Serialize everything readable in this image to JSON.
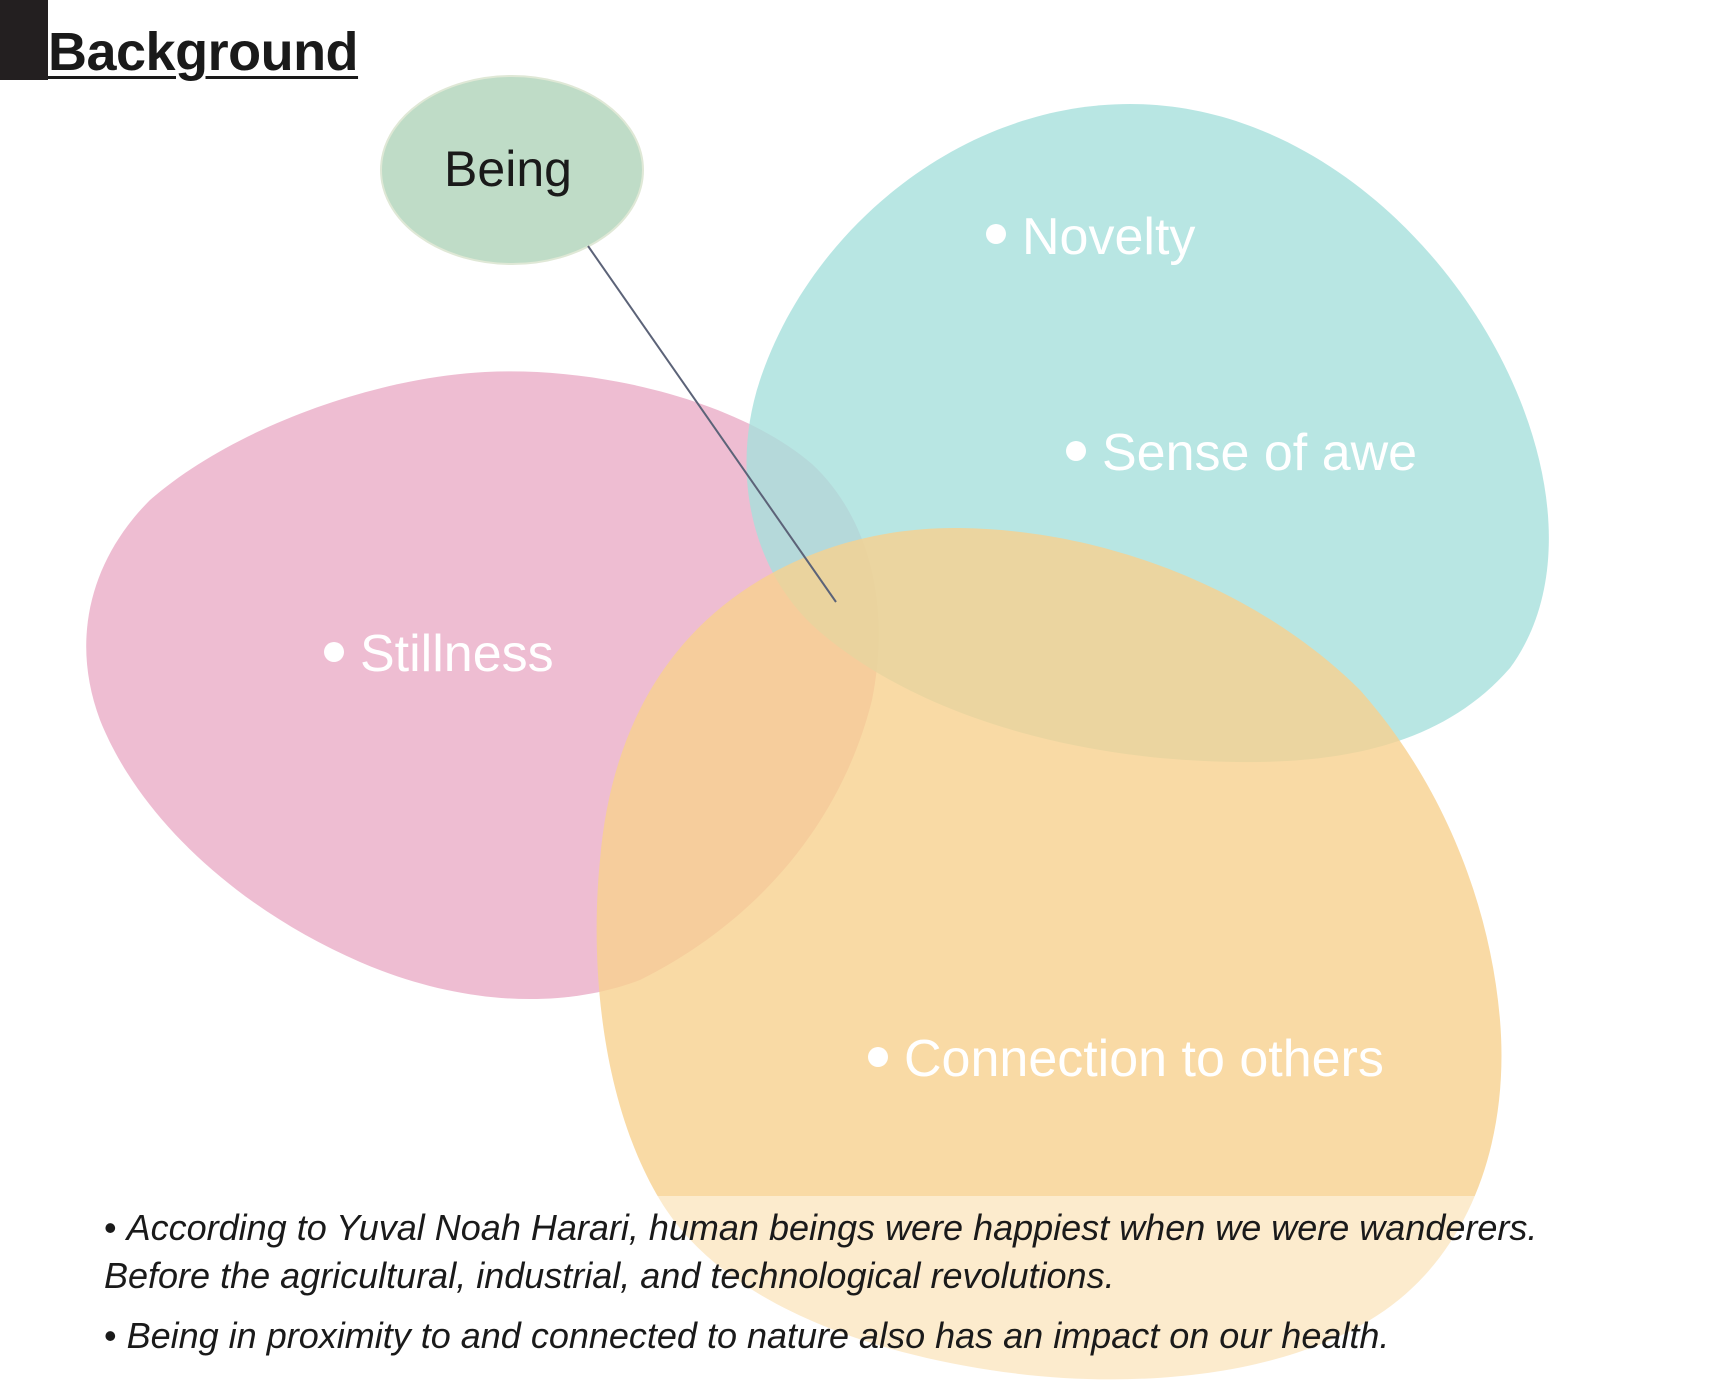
{
  "header": {
    "title": "Background"
  },
  "diagram": {
    "being": {
      "label": "Being",
      "color": "#bfdcc7"
    },
    "sets": [
      {
        "id": "stillness",
        "label": "Stillness",
        "color": "#e8a7c3"
      },
      {
        "id": "novelty-awe",
        "labels": [
          "Novelty",
          "Sense of awe"
        ],
        "color": "#a6e0dc"
      },
      {
        "id": "connection",
        "label": "Connection to others",
        "color": "#f8d18f"
      }
    ],
    "connector_color": "#5c6378"
  },
  "notes": [
    "According to Yuval Noah Harari, human beings were happiest when we were wanderers. Before the agricultural, industrial, and technological revolutions.",
    "Being in proximity to and connected to nature also has an impact on our health."
  ]
}
